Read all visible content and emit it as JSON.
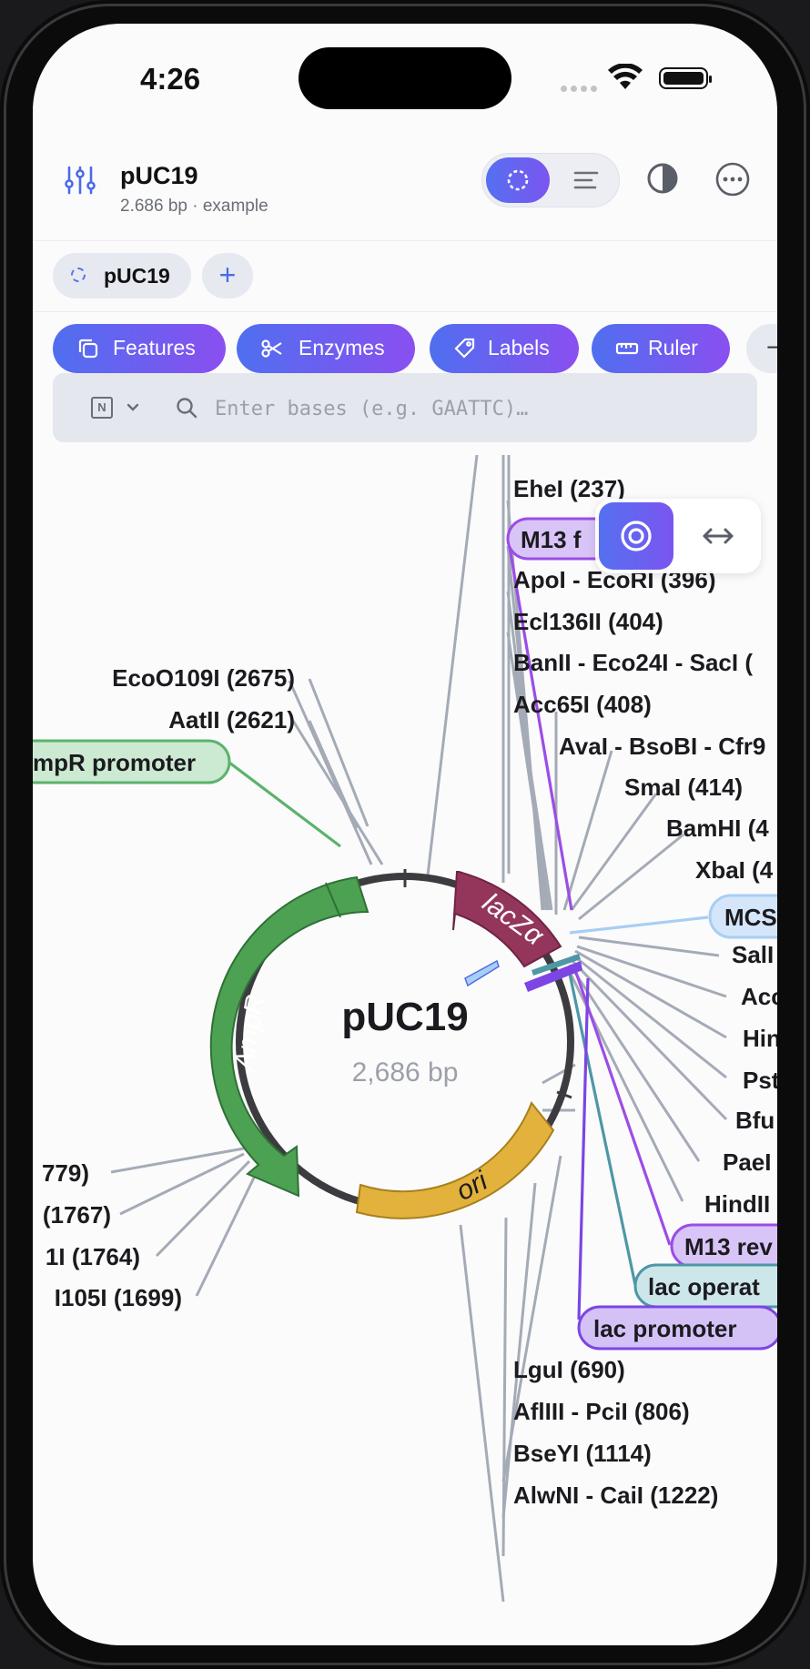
{
  "status": {
    "time": "4:26"
  },
  "header": {
    "title": "pUC19",
    "subtitle": "2.686 bp · example"
  },
  "seq_tab": {
    "label": "pUC19"
  },
  "chips": [
    {
      "label": "Features",
      "icon": "copy-icon"
    },
    {
      "label": "Enzymes",
      "icon": "scissors-icon"
    },
    {
      "label": "Labels",
      "icon": "tag-icon"
    },
    {
      "label": "Ruler",
      "icon": "ruler-icon"
    }
  ],
  "search": {
    "mode": "N",
    "placeholder": "Enter bases (e.g. GAATTC)…"
  },
  "map": {
    "name": "pUC19",
    "length": "2,686 bp",
    "features": [
      {
        "name": "AmpR",
        "color": "#4ca152"
      },
      {
        "name": "lacZα",
        "color": "#94365c"
      },
      {
        "name": "ori",
        "color": "#e3b23c"
      }
    ],
    "feature_labels": {
      "m13f": "M13 f",
      "mcs": "MCS",
      "m13rev": "M13 rev",
      "lacop": "lac operat",
      "lacprom": "lac promoter",
      "ampr_promoter": "mpR promoter"
    },
    "enzymes_top": [
      "EheI (237)",
      "ApoI - EcoRI (396)",
      "Ecl136II (404)",
      "BanII - Eco24I - SacI (",
      "Acc65I (408)",
      "AvaI - BsoBI - Cfr9",
      "SmaI (414)",
      "BamHI (4",
      "XbaI (4"
    ],
    "enzymes_right": [
      "SalI",
      "Acc",
      "Hin",
      "Pst",
      "Bfu",
      "PaeI",
      "HindII"
    ],
    "enzymes_left_top": [
      "EcoO109I (2675)",
      "AatII (2621)"
    ],
    "enzymes_left_bottom": [
      "779)",
      "(1767)",
      "1I (1764)",
      "I105I (1699)"
    ],
    "enzymes_bottom": [
      "LguI (690)",
      "AflIII - PciI (806)",
      "BseYI (1114)",
      "AlwNI - CaiI (1222)"
    ]
  }
}
